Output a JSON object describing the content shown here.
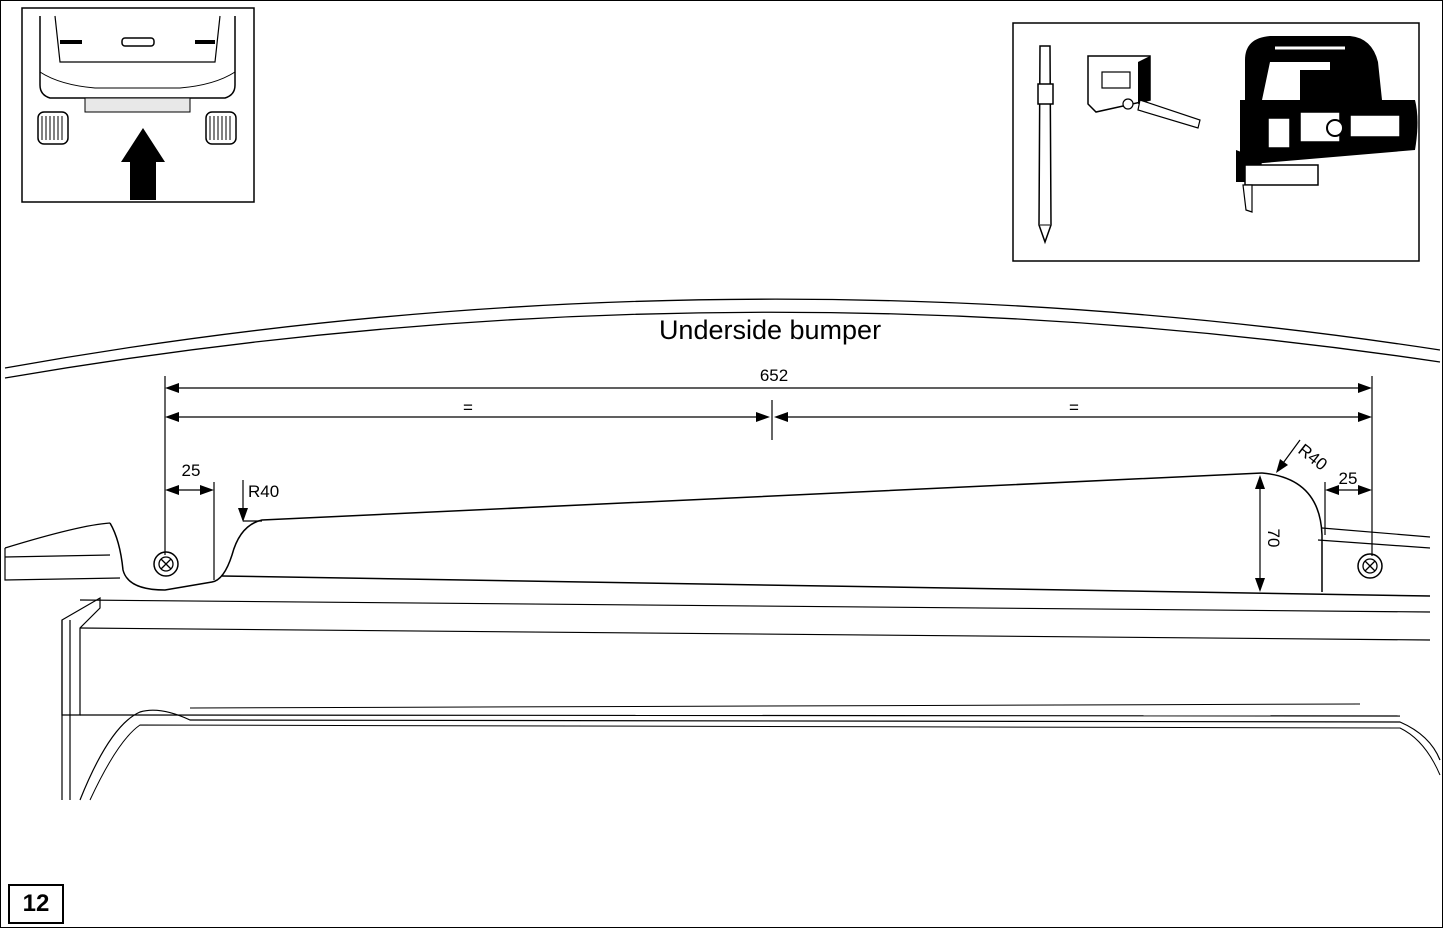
{
  "step_number": "12",
  "title": "Underside bumper",
  "dimensions": {
    "overall_width": "652",
    "equal_left": "=",
    "equal_right": "=",
    "left_offset": "25",
    "right_offset": "25",
    "left_radius": "R40",
    "right_radius": "R40",
    "cut_depth": "70"
  },
  "icons": {
    "overview": "car-rear-view-icon",
    "tools": [
      "marker-pen-icon",
      "tape-measure-icon",
      "jigsaw-icon"
    ]
  }
}
